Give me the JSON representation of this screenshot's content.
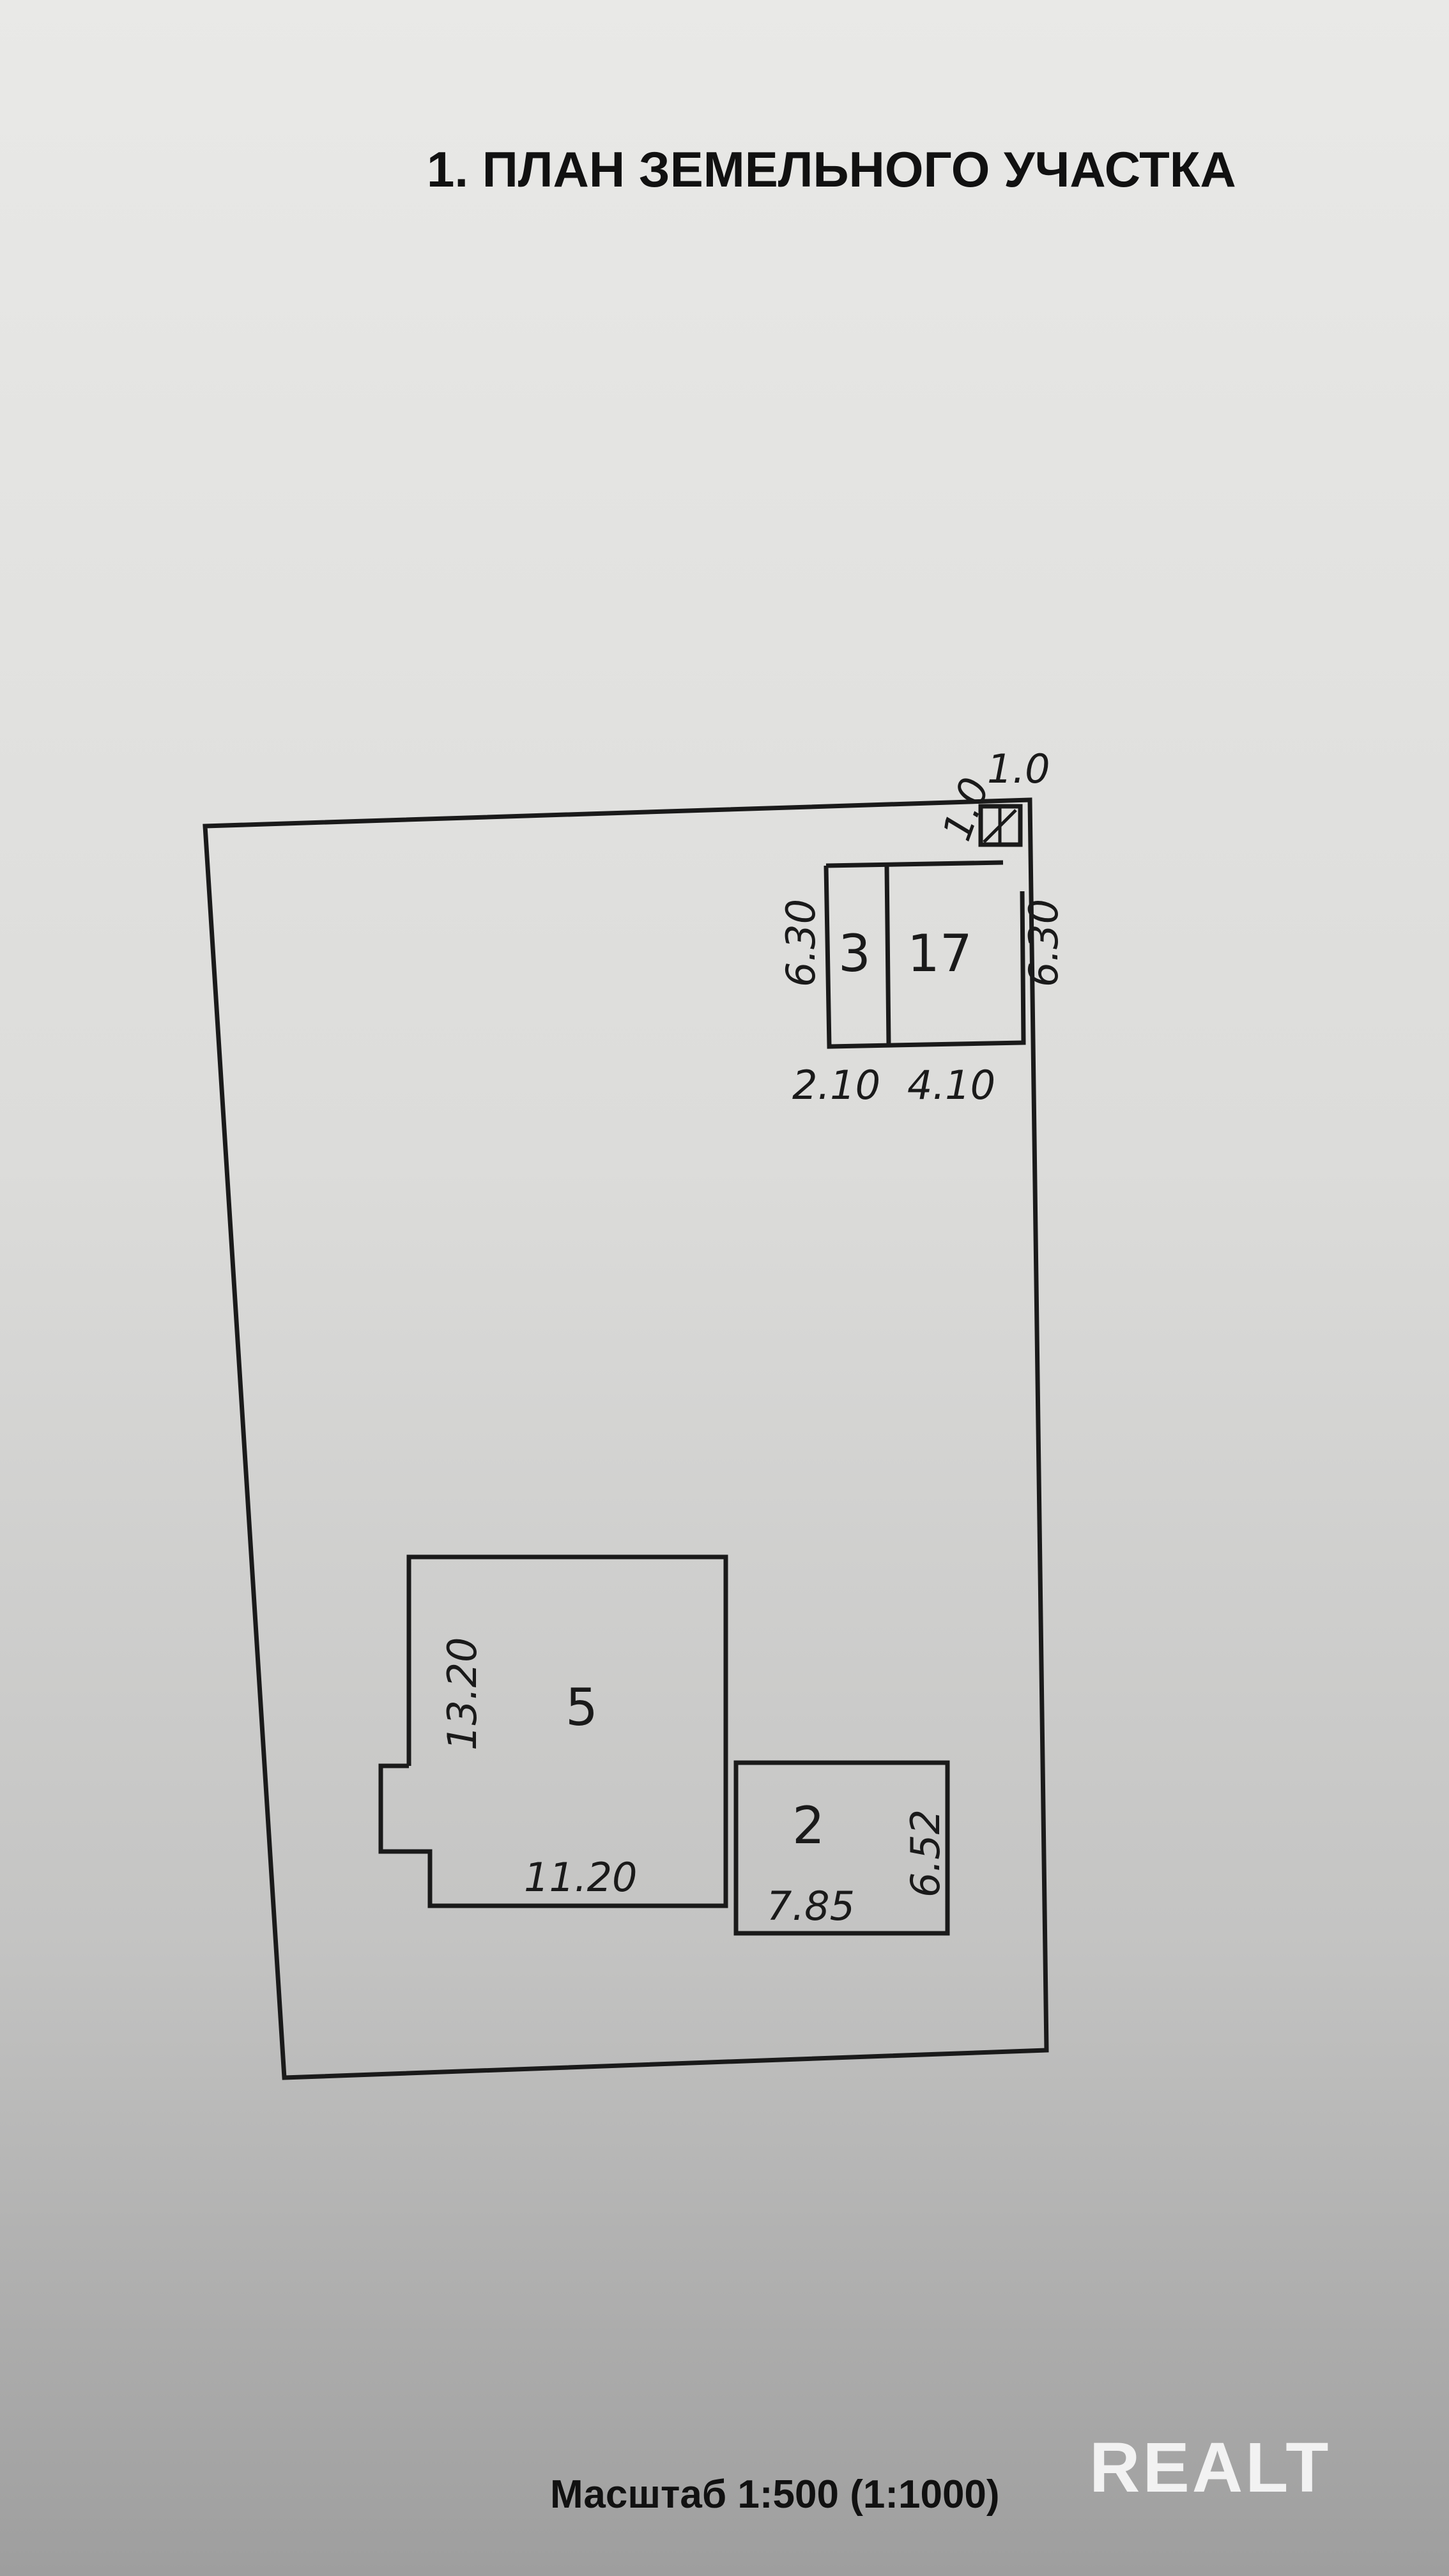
{
  "title": "1. ПЛАН ЗЕМЕЛЬНОГО УЧАСТКА",
  "buildings": {
    "b17": {
      "number": "17",
      "height_label": "6.30",
      "width_label": "4.10"
    },
    "b3": {
      "number": "3",
      "height_label": "6.30",
      "width_label": "2.10"
    },
    "small": {
      "top_label": "1.0",
      "side_label": "1.0"
    },
    "b5": {
      "number": "5",
      "height_label": "13.20",
      "width_label": "11.20"
    },
    "b2": {
      "number": "2",
      "height_label": "6.52",
      "width_label": "7.85"
    }
  },
  "scale_text": "Масштаб 1:500 (1:1000)",
  "watermark": "REALT"
}
